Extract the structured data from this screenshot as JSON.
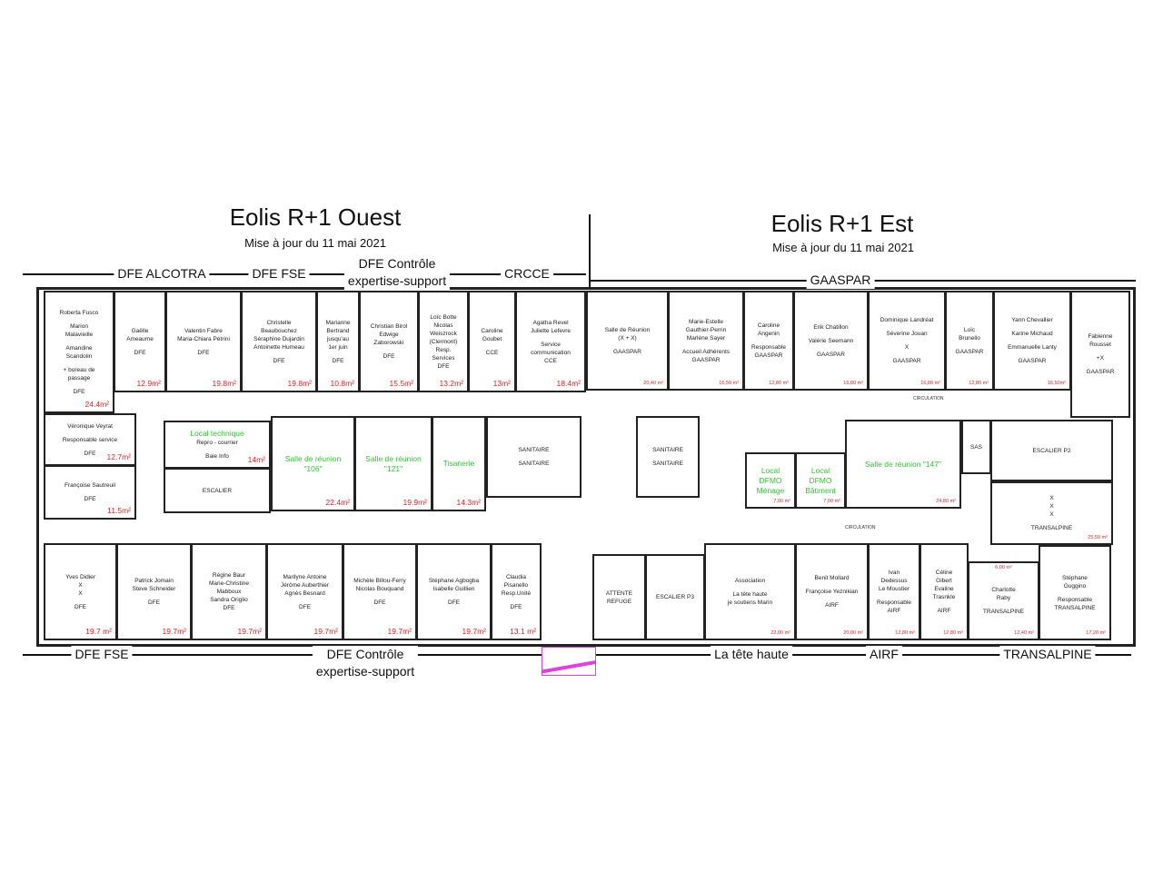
{
  "west": {
    "title": "Eolis R+1 Ouest",
    "subtitle": "Mise à jour du 11 mai 2021"
  },
  "east": {
    "title": "Eolis R+1 Est",
    "subtitle": "Mise à jour du 11 mai 2021"
  },
  "departments_top": [
    "DFE ALCOTRA",
    "DFE FSE",
    "DFE Contrôle\nexpertise-support",
    "CRCCE",
    "GAASPAR"
  ],
  "departments_bottom": [
    "DFE FSE",
    "DFE Contrôle\nexpertise-support",
    "La tête haute",
    "AIRF",
    "TRANSALPINE"
  ],
  "colors": {
    "area_label": "#e02020",
    "meeting_room_label": "#2ec42e",
    "wall": "#222222",
    "door_marker": "#1e7fd8",
    "evacuation": "#e040e0"
  },
  "rooms": [
    {
      "lines": [
        "Roberta Fusco",
        "",
        "Marion",
        "Malavieille",
        "",
        "Amandine",
        "Scandolin",
        "",
        "+ bureau de",
        "passage",
        "",
        "DFE"
      ],
      "area": "24.4m²"
    },
    {
      "lines": [
        "Gaëlle",
        "Ameaume",
        "",
        "DFE"
      ],
      "area": "12.9m²"
    },
    {
      "lines": [
        "Valentin Fabre",
        "Maria-Chiara Pétrini",
        "",
        "DFE"
      ],
      "area": "19.8m²"
    },
    {
      "lines": [
        "Christelle",
        "Beaubouchez",
        "Séraphine Dujardin",
        "Antoinette Humeau",
        "",
        "DFE"
      ],
      "area": "19.8m²"
    },
    {
      "lines": [
        "Marianne",
        "Bertrand",
        "jusqu'au",
        "1er juin",
        "",
        "DFE"
      ],
      "area": "10.8m²"
    },
    {
      "lines": [
        "Christian Birol",
        "Edwige",
        "Zaborowski",
        "",
        "DFE"
      ],
      "area": "15.5m²"
    },
    {
      "lines": [
        "Loïc Botte",
        "Nicolas",
        "Weiszrock",
        "(Clermont)",
        "Resp.",
        "Services",
        "DFE"
      ],
      "area": "13.2m²"
    },
    {
      "lines": [
        "Caroline",
        "Goubet",
        "",
        "CCE"
      ],
      "area": "13m²"
    },
    {
      "lines": [
        "Agatha Revel",
        "Juliette Lefevre",
        "",
        "Service",
        "communication",
        "CCE"
      ],
      "area": "18.4m²"
    },
    {
      "lines": [
        "Salle de Réunion",
        "(X + X)",
        "",
        "GAASPAR"
      ],
      "area": "20,40 m²"
    },
    {
      "lines": [
        "Marie-Estelle",
        "Gauthier-Perrin",
        "Marlène Sayer",
        "",
        "Accueil Adhérents",
        "GAASPAR"
      ],
      "area": "16,50 m²"
    },
    {
      "lines": [
        "Caroline",
        "Angenin",
        "",
        "Responsable",
        "GAASPAR"
      ],
      "area": "12,80 m²"
    },
    {
      "lines": [
        "Erik Chatillon",
        "",
        "Valérie Seemann",
        "",
        "GAASPAR"
      ],
      "area": "16,80 m²"
    },
    {
      "lines": [
        "Dominique Landréat",
        "",
        "Séverine Jouan",
        "",
        "X",
        "",
        "GAASPAR"
      ],
      "area": "16,80 m²"
    },
    {
      "lines": [
        "Loïc",
        "Brunello",
        "",
        "GAASPAR"
      ],
      "area": "12,80 m²"
    },
    {
      "lines": [
        "Yann Chevallier",
        "",
        "Karine Michaud",
        "",
        "Emmanuelle Lanty",
        "",
        "GAASPAR"
      ],
      "area": "16,50m²"
    },
    {
      "lines": [
        "Fabienne",
        "Rousset",
        "",
        "+X",
        "",
        "GAASPAR"
      ],
      "area": ""
    },
    {
      "lines": [
        "Véronique Veyrat",
        "",
        "Responsable service",
        "",
        "DFE"
      ],
      "area": "12.7m²"
    },
    {
      "lines": [
        "Françoise Sautreuil",
        "",
        "DFE"
      ],
      "area": "11.5m²"
    },
    {
      "green": "Local technique",
      "lines": [
        "Repro - courrier",
        "",
        "Baie Info"
      ],
      "area": "14m²"
    },
    {
      "lines": [
        "ESCALIER"
      ],
      "area": ""
    },
    {
      "green": "Salle de réunion\n\"106\"",
      "lines": [],
      "area": "22.4m²"
    },
    {
      "green": "Salle de réunion\n\"121\"",
      "lines": [],
      "area": "19.9m²"
    },
    {
      "green": "Tisanerie",
      "lines": [],
      "area": "14.3m²"
    },
    {
      "lines": [
        "SANITAIRE",
        "",
        "",
        "SANITAIRE"
      ],
      "area": ""
    },
    {
      "lines": [
        "SANITAIRE",
        "",
        "",
        "SANITAIRE"
      ],
      "area": ""
    },
    {
      "green": "Local\nDFMO\nMénage",
      "lines": [],
      "area": "7,00 m²"
    },
    {
      "green": "Local\nDFMO\nBâtiment",
      "lines": [],
      "area": "7,00 m²"
    },
    {
      "green": "Salle de réunion \"147\"",
      "lines": [],
      "area": "24,80 m²"
    },
    {
      "lines": [
        "SAS"
      ],
      "area": ""
    },
    {
      "lines": [
        "ESCALIER P2"
      ],
      "area": ""
    },
    {
      "lines": [
        "X",
        "X",
        "X",
        "",
        "",
        "TRANSALPINE"
      ],
      "area": "25,50 m²"
    },
    {
      "lines": [
        "Yves Didier",
        "X",
        "X",
        "",
        "DFE"
      ],
      "area": "19.7 m²"
    },
    {
      "lines": [
        "Patrick Jomain",
        "Steve Schneider",
        "",
        "DFE"
      ],
      "area": "19.7m²"
    },
    {
      "lines": [
        "Régine Baur",
        "Marie-Christine",
        "Mabboux",
        "Sandra Origlio",
        "DFE"
      ],
      "area": "19.7m²"
    },
    {
      "lines": [
        "Marilyne Antoine",
        "Jérôme Auberthier",
        "Agnès Besnard",
        "",
        "DFE"
      ],
      "area": "19.7m²"
    },
    {
      "lines": [
        "Michèle Billou-Ferry",
        "Nicolas Bouquand",
        "",
        "DFE"
      ],
      "area": "19.7m²"
    },
    {
      "lines": [
        "Stéphane Agbogba",
        "Isabelle Guillien",
        "",
        "DFE"
      ],
      "area": "19.7m²"
    },
    {
      "lines": [
        "Claudia",
        "Pisanello",
        "Resp.Unité",
        "",
        "DFE"
      ],
      "area": "13.1 m²"
    },
    {
      "lines": [
        "ATTENTE",
        "REFUGE"
      ],
      "area": ""
    },
    {
      "lines": [
        "ESCALIER P3"
      ],
      "area": ""
    },
    {
      "lines": [
        "Association",
        "",
        "La tête haute",
        "je soutiens Marin"
      ],
      "area": "22,00 m²"
    },
    {
      "lines": [
        "Benit Mollard",
        "",
        "Françoise Yeznikian",
        "",
        "AIRF"
      ],
      "area": "20,00 m²"
    },
    {
      "lines": [
        "Ivan",
        "Dedessus",
        "Le Moustier",
        "",
        "Responsable",
        "AIRF"
      ],
      "area": "12,80 m²"
    },
    {
      "lines": [
        "Céline",
        "Gibert",
        "Evaline",
        "Trasnkle",
        "",
        "AIRF"
      ],
      "area": "12,80 m²"
    },
    {
      "lines": [
        "Charlotte",
        "Raby",
        "",
        "TRANSALPINE"
      ],
      "area": "12,40 m²",
      "area2": "6,00 m²"
    },
    {
      "lines": [
        "Stéphane",
        "Guggino",
        "",
        "Responsable",
        "TRANSALPINE"
      ],
      "area": "17,20 m²"
    }
  ],
  "circulation_label": "CIRCULATION"
}
